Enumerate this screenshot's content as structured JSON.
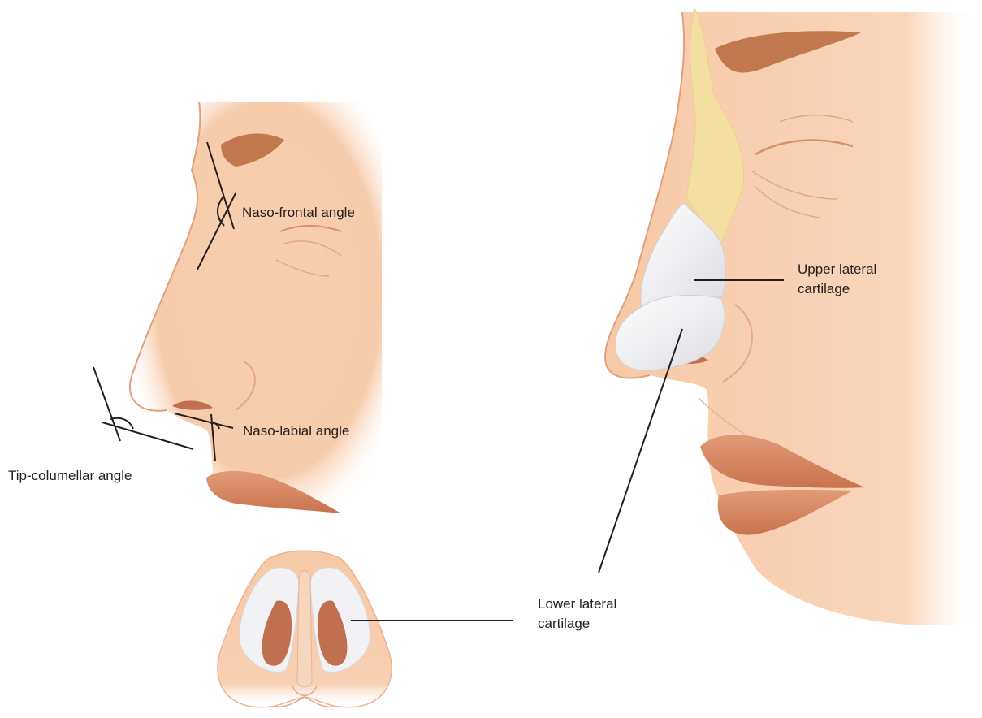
{
  "labels": {
    "naso_frontal": "Naso-frontal angle",
    "naso_labial": "Naso-labial angle",
    "tip_columellar": "Tip-columellar angle",
    "upper_lateral": "Upper lateral\ncartilage",
    "lower_lateral": "Lower lateral\ncartilage"
  },
  "colors": {
    "skin": "#f6c7a3",
    "skin_shadow": "#e9a987",
    "nostril": "#c07050",
    "lip": "#d98b69",
    "brow": "#b8683d",
    "bone": "#f4dfa3",
    "cartilage": "#f2f2f4",
    "line": "#231f20"
  }
}
